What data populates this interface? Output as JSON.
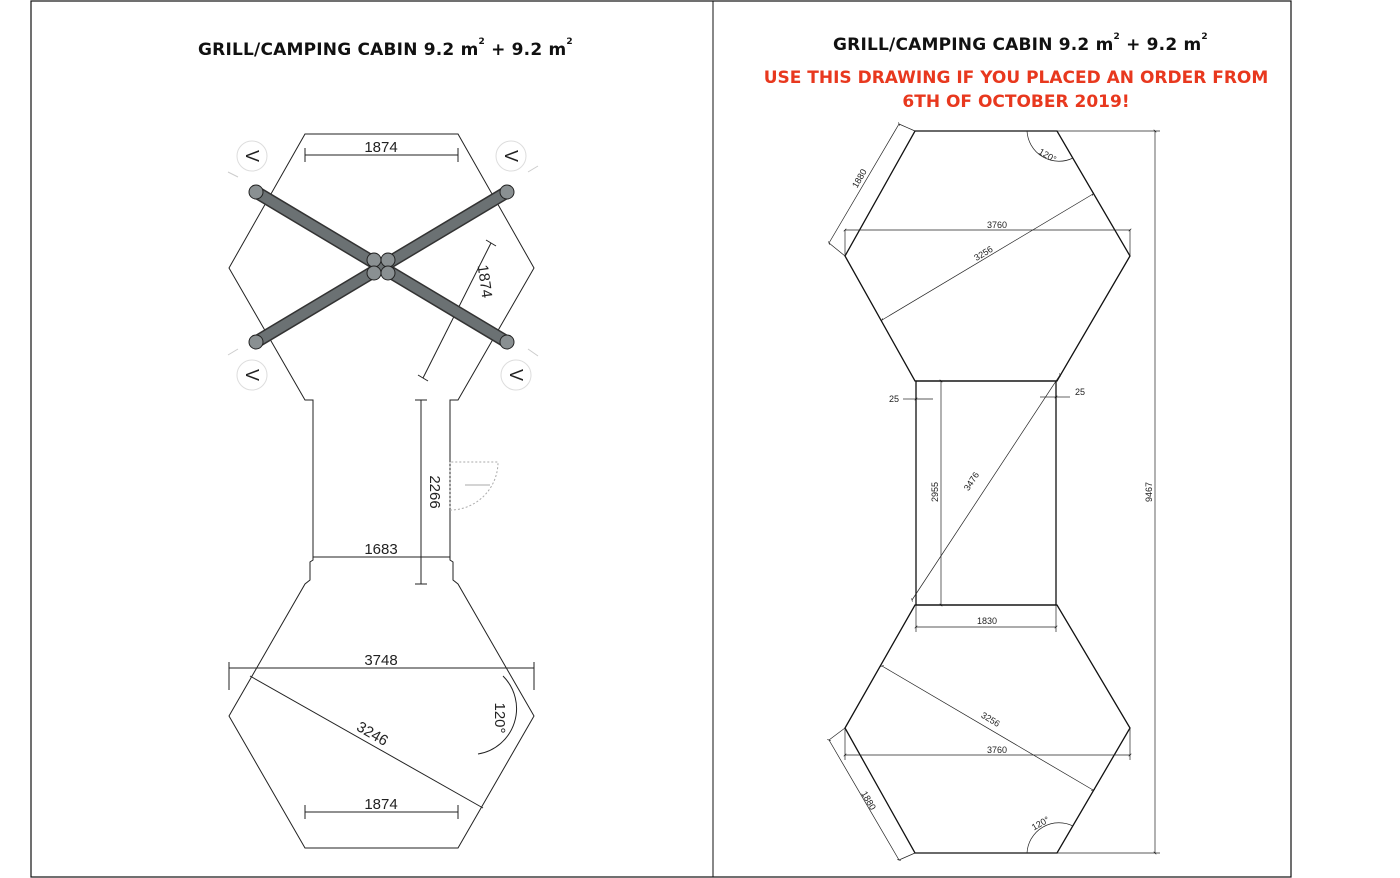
{
  "left_panel": {
    "title": "GRILL/CAMPING CABIN 9.2 m",
    "title_sup1": "2",
    "title_mid": " + 9.2 m",
    "title_sup2": "2",
    "dims": {
      "top_edge": "1874",
      "side_edge": "1874",
      "corridor_length": "2266",
      "corridor_width": "1683",
      "hex_width": "3748",
      "hex_diagonal": "3246",
      "bottom_edge": "1874",
      "angle": "120°"
    },
    "window_marks": [
      "V",
      "V",
      "V",
      "V"
    ]
  },
  "right_panel": {
    "title": "GRILL/CAMPING CABIN 9.2 m",
    "title_sup1": "2",
    "title_mid": " + 9.2 m",
    "title_sup2": "2",
    "notice_line1": "USE THIS DRAWING IF YOU PLACED AN ORDER FROM",
    "notice_line2": "6TH OF OCTOBER 2019!",
    "dims": {
      "top_side": "1880",
      "top_angle": "120°",
      "top_width": "3760",
      "top_diagonal": "3256",
      "offset_left": "25",
      "offset_right": "25",
      "corridor_length": "2955",
      "corridor_diagonal": "3476",
      "corridor_width": "1830",
      "total_length": "9467",
      "bottom_diagonal": "3256",
      "bottom_width": "3760",
      "bottom_side": "1880",
      "bottom_angle": "120°"
    }
  },
  "colors": {
    "notice": "#e8381e",
    "rod": "#6b7173",
    "line": "#111111"
  }
}
